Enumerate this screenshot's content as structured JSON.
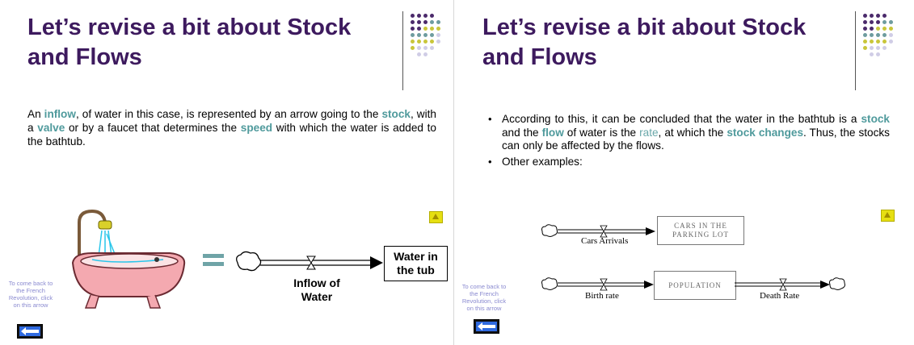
{
  "slides": [
    {
      "title_line1": "Let’s revise a bit about Stock",
      "title_line2": "and Flows",
      "paragraph": {
        "p1": "An ",
        "k1": "inflow",
        "p2": ", of water in this case, is represented by an arrow going to the ",
        "k2": "stock",
        "p3": ", with a ",
        "k3": "valve",
        "p4": " or by a faucet that determines the ",
        "k4": "speed",
        "p5": " with which the water is added to the bathtub."
      },
      "diagram": {
        "flow_label_line1": "Inflow of",
        "flow_label_line2": "Water",
        "stock_line1": "Water in",
        "stock_line2": "the tub"
      },
      "back_note": [
        "To come back to",
        "the French",
        "Revolution, click",
        "on this arrow"
      ]
    },
    {
      "title_line1": "Let’s revise a bit about Stock",
      "title_line2": "and Flows",
      "bullet1": {
        "p1": "According to this, it can be concluded that the water in the bathtub is a ",
        "k1": "stock",
        "p2": " and the ",
        "k2": "flow",
        "p3": " of water is the ",
        "k3": "rate",
        "p4": ", at which the ",
        "k4": "stock changes",
        "p5": ". Thus, the stocks can only be affected by the flows."
      },
      "bullet2": "Other examples:",
      "diagram": {
        "cars_flow_label": "Cars Arrivals",
        "cars_stock_line1": "CARS IN THE",
        "cars_stock_line2": "PARKING LOT",
        "birth_label": "Birth rate",
        "population_stock": "POPULATION",
        "death_label": "Death Rate"
      },
      "back_note": [
        "To come back to",
        "the French",
        "Revolution, click",
        "on this arrow"
      ]
    }
  ],
  "colors": {
    "title": "#3d1a5e",
    "keyword": "#4f9a9c",
    "dot_purple": "#4b2a6b",
    "dot_teal": "#6e9c9f",
    "dot_yellow": "#c9c63a",
    "dot_lilac": "#d0cde6"
  },
  "icons": [
    "bathtub-icon",
    "home-icon",
    "back-arrow-icon",
    "cloud-source-icon",
    "valve-icon"
  ]
}
